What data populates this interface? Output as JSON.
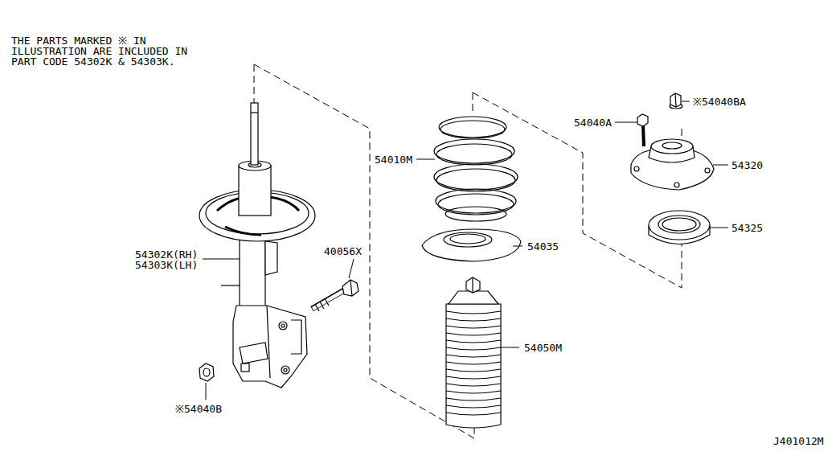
{
  "diagram": {
    "labels": [
      "THE PARTS MARKED ※ IN ILLUSTRATION ARE INCLUDED IN PART CODE 54302K & 54303K.",
      "54010M",
      "54040A",
      "※54040BA",
      "54320",
      "54325",
      "54302K(RH)",
      "54303K(LH)",
      "40056X",
      "54035",
      "54050M",
      "※54040B",
      "J401012M"
    ]
  }
}
